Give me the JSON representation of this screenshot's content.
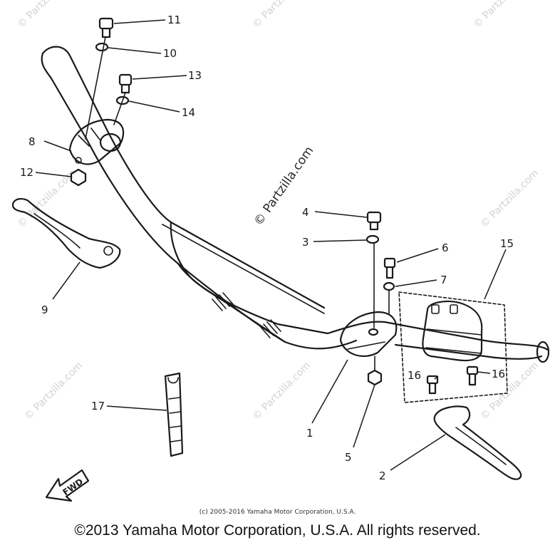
{
  "watermark": "© Partzilla.com",
  "callouts": {
    "p1": "1",
    "p2": "2",
    "p3": "3",
    "p4": "4",
    "p5": "5",
    "p6": "6",
    "p7": "7",
    "p8": "8",
    "p9": "9",
    "p10": "10",
    "p11": "11",
    "p12": "12",
    "p13": "13",
    "p14": "14",
    "p15": "15",
    "p16a": "16",
    "p16b": "16",
    "p17": "17"
  },
  "fwd_label": "FWD",
  "small_copyright": "(c) 2005-2016 Yamaha Motor Corporation, U.S.A.",
  "copyright": "©2013 Yamaha Motor Corporation, U.S.A. All rights reserved."
}
